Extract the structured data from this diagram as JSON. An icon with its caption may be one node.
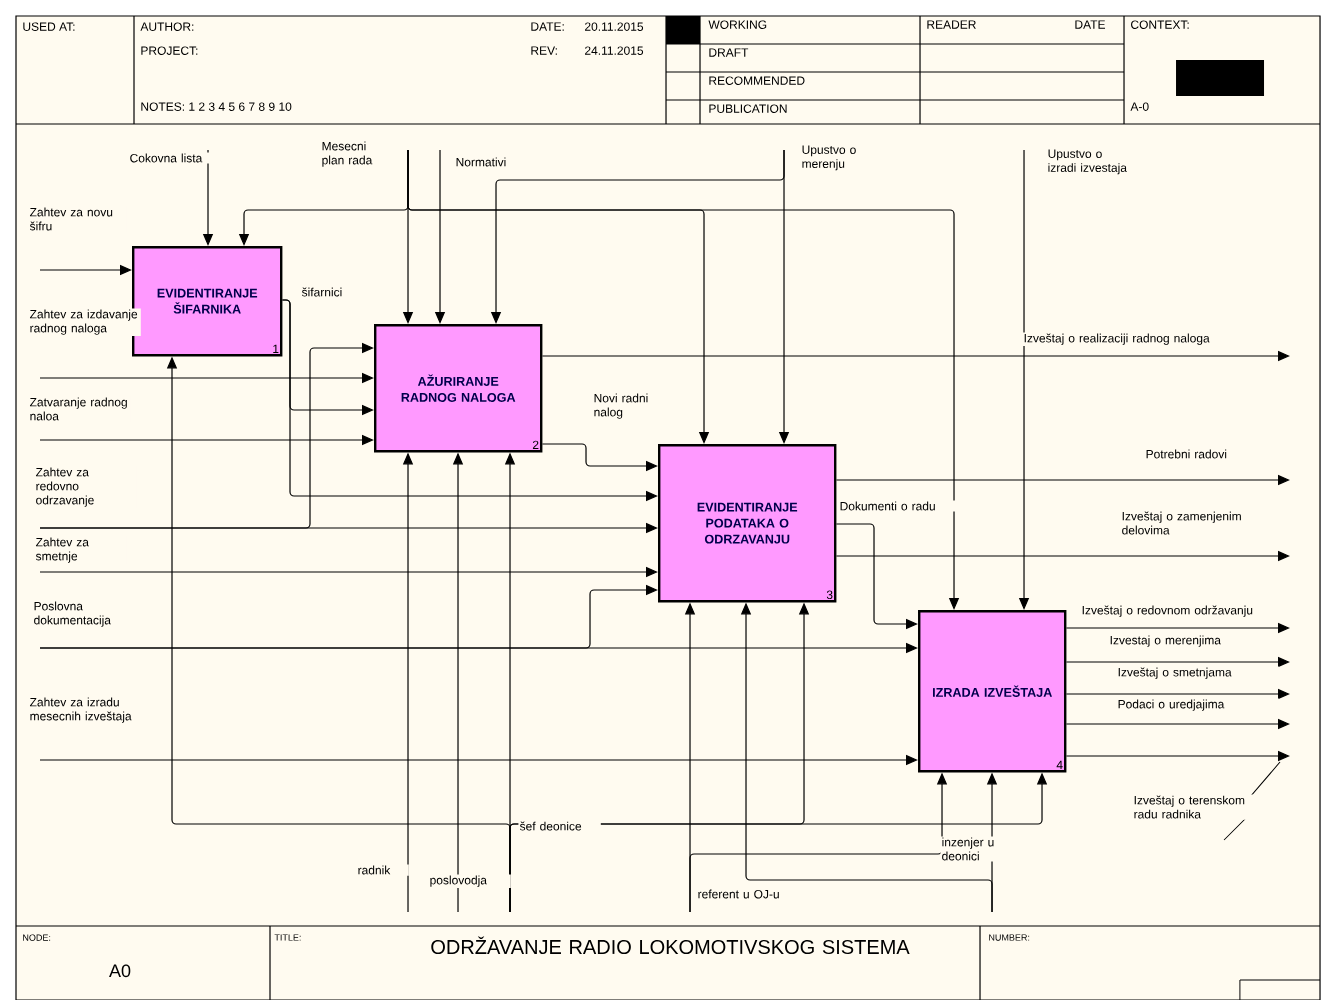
{
  "diagram": {
    "title": "ODRŽAVANJE  RADIO LOKOMOTIVSKOG SISTEMA",
    "nodes": [
      {
        "text": [
          "EVIDENTIRANJE ŠIFARNIKA",
          "1"
        ]
      },
      {
        "text": [
          "AŽURIRANJE RADNOG NALOGA",
          "2"
        ]
      },
      {
        "text": [
          "EVIDENTIRANJE PODATAKA O ODRZAVANJU",
          "3"
        ]
      },
      {
        "text": [
          "IZRADA IZVEŠTAJA",
          "4"
        ]
      }
    ],
    "edges": [
      {
        "from": null,
        "to": 0,
        "arrow": "to",
        "label": "Zahtev za novu šifru"
      },
      {
        "from": null,
        "to": 1,
        "arrow": "to",
        "label": "Zahtev za izdavanje radnog naloga"
      },
      {
        "from": null,
        "to": 1,
        "arrow": "to",
        "label": "Zatvaranje radnog  naloa"
      },
      {
        "from": null,
        "to": 2,
        "arrow": "to",
        "label": "Zahtev za redovno odrzavanje"
      },
      {
        "from": null,
        "to": 1,
        "arrow": "to"
      },
      {
        "from": 0,
        "to": 1,
        "arrow": "to",
        "label": "šifarnici"
      },
      {
        "from": 0,
        "to": 2,
        "arrow": "to"
      },
      {
        "from": null,
        "to": 2,
        "arrow": "to",
        "label": "Zahtev za smetnje"
      },
      {
        "from": null,
        "to": 3,
        "arrow": "to",
        "label": "Poslovna dokumentacija"
      },
      {
        "from": null,
        "to": 2,
        "arrow": "to"
      },
      {
        "from": null,
        "to": 3,
        "arrow": "to",
        "label": "Zahtev za izradu mesecnih izveštaja"
      },
      {
        "from": null,
        "to": 0,
        "arrow": "to",
        "label": "Cokovna lista"
      },
      {
        "from": null,
        "to": 1,
        "arrow": "to",
        "label": "Mesecni plan rada"
      },
      {
        "from": null,
        "to": 0,
        "arrow": "to"
      },
      {
        "from": null,
        "to": 2,
        "arrow": "to"
      },
      {
        "from": null,
        "to": 3,
        "arrow": "to"
      },
      {
        "from": null,
        "to": 1,
        "arrow": "to",
        "label": "Normativi"
      },
      {
        "from": null,
        "to": 2,
        "arrow": "to",
        "label": "Upustvo o merenju"
      },
      {
        "from": null,
        "to": 1,
        "arrow": "to"
      },
      {
        "from": null,
        "to": 3,
        "arrow": "to",
        "label": "Upustvo o izradi izvestaja"
      },
      {
        "from": 1,
        "to": null,
        "arrow": "to",
        "label": "Izveštaj o realizaciji radnog naloga"
      },
      {
        "from": 1,
        "to": 2,
        "arrow": "to",
        "label": "Novi radni nalog"
      },
      {
        "from": 2,
        "to": null,
        "arrow": "to",
        "label": "Potrebni radovi"
      },
      {
        "from": 2,
        "to": null,
        "arrow": "to",
        "label": "Izveštaj o zamenjenim delovima"
      },
      {
        "from": 2,
        "to": 3,
        "arrow": "to",
        "label": "Dokumenti o radu"
      },
      {
        "from": 3,
        "to": null,
        "arrow": "to",
        "label": "Izveštaj o redovnom održavanju"
      },
      {
        "from": 3,
        "to": null,
        "arrow": "to",
        "label": "Izvestaj o  merenjima"
      },
      {
        "from": 3,
        "to": null,
        "arrow": "to",
        "label": "Izveštaj o smetnjama"
      },
      {
        "from": 3,
        "to": null,
        "arrow": "to",
        "label": "Podaci o uredjajima"
      },
      {
        "from": 3,
        "to": null,
        "arrow": "to",
        "label": "Izveštaj o terenskom radu radnika"
      },
      {
        "from": null,
        "to": 1,
        "arrow": "to",
        "label": "radnik"
      },
      {
        "from": null,
        "to": 1,
        "arrow": "to",
        "label": "poslovodja"
      },
      {
        "from": null,
        "to": 1,
        "arrow": "to",
        "label": "šef deonice"
      },
      {
        "from": null,
        "to": 0,
        "arrow": "to"
      },
      {
        "from": null,
        "to": 2,
        "arrow": "to"
      },
      {
        "from": null,
        "to": 3,
        "arrow": "to"
      },
      {
        "from": null,
        "to": 2,
        "arrow": "to",
        "label": "referent u OJ-u"
      },
      {
        "from": null,
        "to": 3,
        "arrow": "to"
      },
      {
        "from": null,
        "to": 3,
        "arrow": "to",
        "label": "inzenjer u deonici"
      },
      {
        "from": null,
        "to": 2,
        "arrow": "to"
      }
    ],
    "labels": [
      "USED AT:",
      "AUTHOR:",
      "PROJECT:",
      "NOTES:  1  2  3  4  5  6  7  8  9  10",
      "DATE:",
      "20.11.2015",
      "REV:",
      "24.11.2015",
      "WORKING",
      "READER",
      "DATE",
      "CONTEXT:",
      "DRAFT",
      "RECOMMENDED",
      "PUBLICATION",
      "A-0",
      "NODE:",
      "A0",
      "TITLE:",
      "NUMBER:"
    ]
  }
}
